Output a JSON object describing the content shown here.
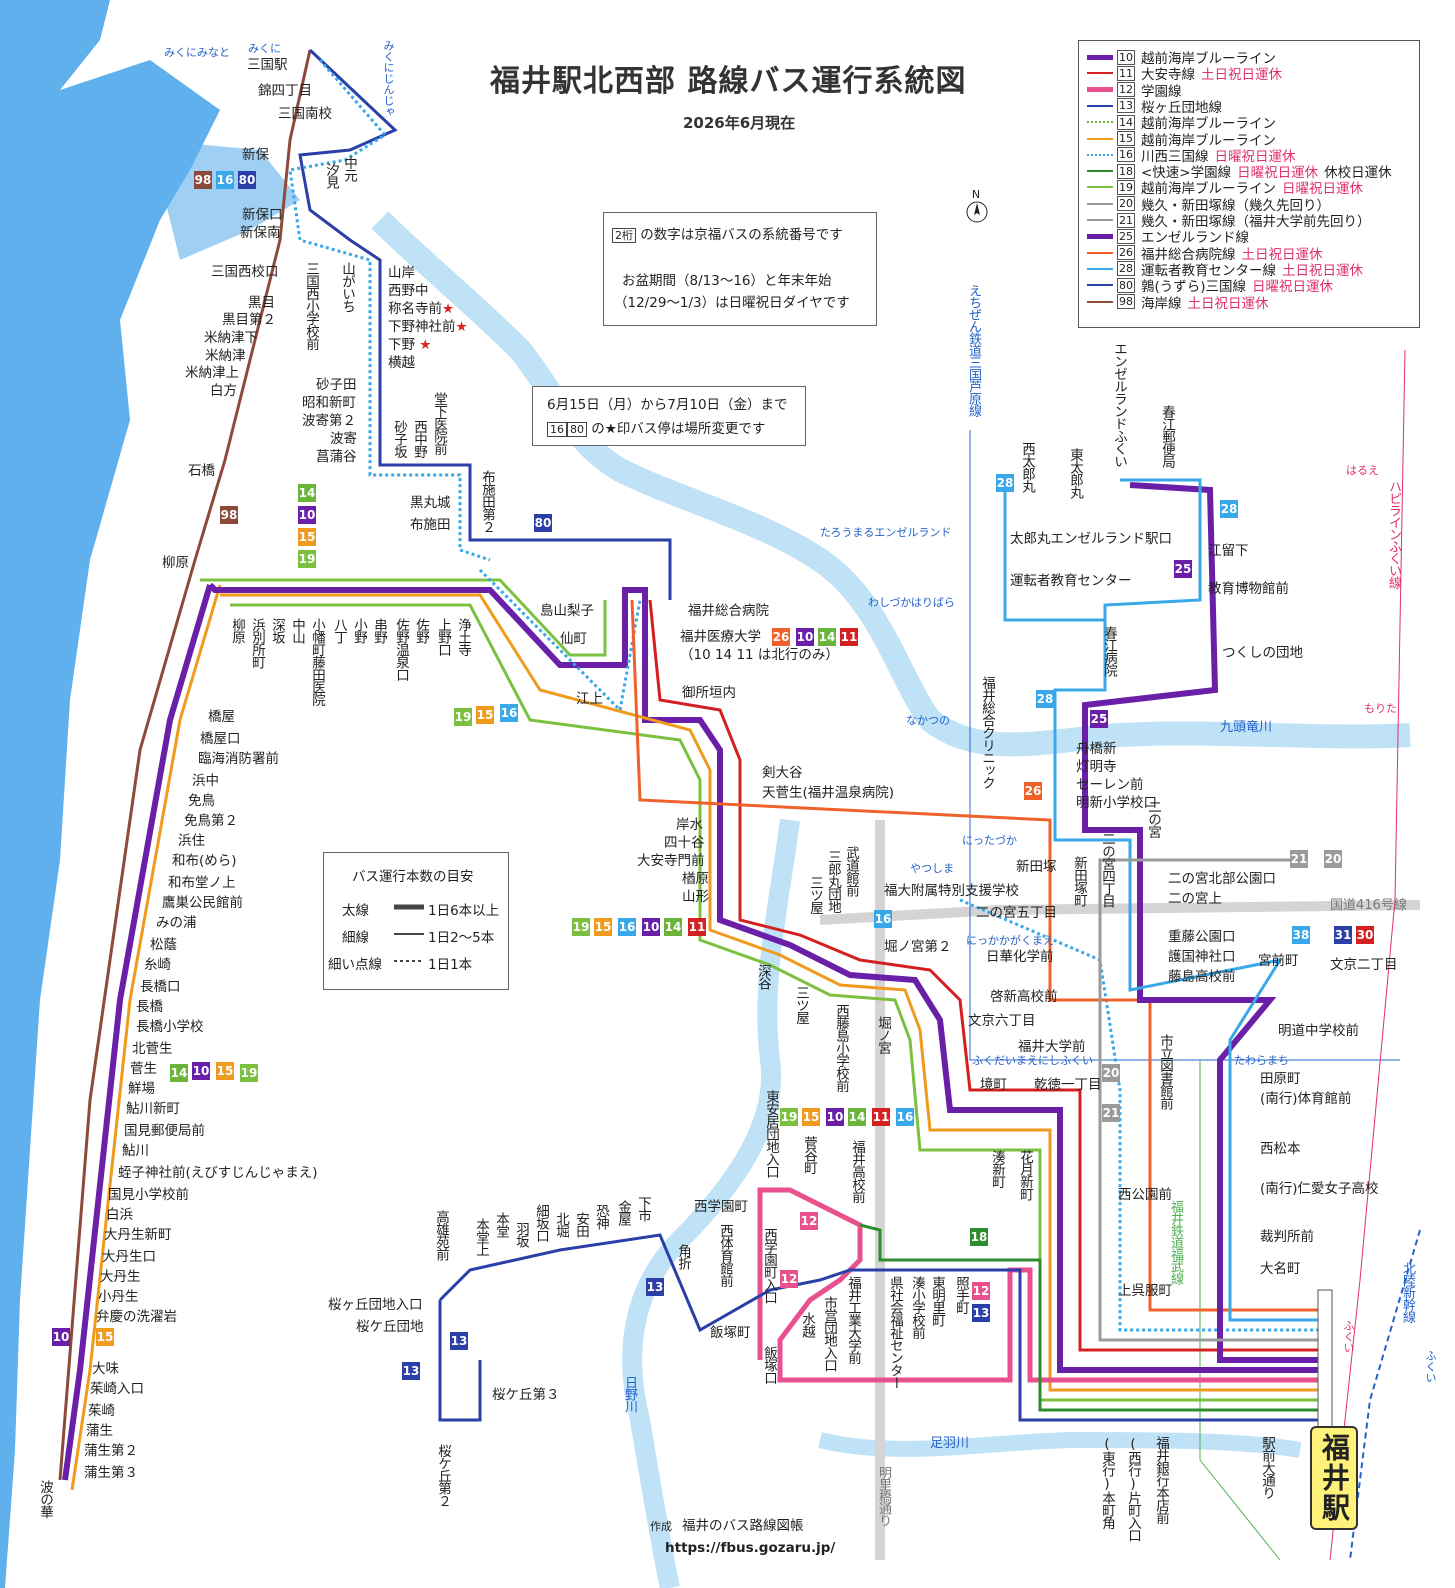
{
  "title": "福井駅北西部 路線バス運行系統図",
  "subtitle": "2026年6月現在",
  "compass": "N",
  "colors": {
    "r10": "#6a1fa8",
    "r11": "#d42020",
    "r12": "#e8508e",
    "r13": "#2a3fa8",
    "r14": "#6bb43a",
    "r15": "#f09a1e",
    "r16": "#38a8e8",
    "r18": "#2e8b2e",
    "r19": "#7cc040",
    "r20": "#9a9a9a",
    "r21": "#9a9a9a",
    "r25": "#6a1fa8",
    "r26": "#f0602a",
    "r28": "#38a8e8",
    "r80": "#2a3fa8",
    "r98": "#8b4a3a",
    "sea": "#5fb0ec",
    "river": "#bfe2f7",
    "road": "#cccccc"
  },
  "legend": [
    {
      "num": "10",
      "name": "越前海岸ブルーライン",
      "note": "",
      "color": "#6a1fa8",
      "style": "thick"
    },
    {
      "num": "11",
      "name": "大安寺線",
      "note": "土日祝日運休",
      "color": "#d42020",
      "style": "thin"
    },
    {
      "num": "12",
      "name": "学園線",
      "note": "",
      "color": "#e8508e",
      "style": "thick"
    },
    {
      "num": "13",
      "name": "桜ヶ丘団地線",
      "note": "",
      "color": "#2a3fa8",
      "style": "thin"
    },
    {
      "num": "14",
      "name": "越前海岸ブルーライン",
      "note": "",
      "color": "#6bb43a",
      "style": "dotted"
    },
    {
      "num": "15",
      "name": "越前海岸ブルーライン",
      "note": "",
      "color": "#f09a1e",
      "style": "thin"
    },
    {
      "num": "16",
      "name": "川西三国線",
      "note": "日曜祝日運休",
      "color": "#38a8e8",
      "style": "dotted"
    },
    {
      "num": "18",
      "name": "<快速>学園線",
      "note": "日曜祝日運休",
      "note2": "休校日運休",
      "color": "#2e8b2e",
      "style": "thin"
    },
    {
      "num": "19",
      "name": "越前海岸ブルーライン",
      "note": "日曜祝日運休",
      "color": "#7cc040",
      "style": "thin"
    },
    {
      "num": "20",
      "name": "幾久・新田塚線（幾久先回り）",
      "note": "",
      "color": "#9a9a9a",
      "style": "thin"
    },
    {
      "num": "21",
      "name": "幾久・新田塚線（福井大学前先回り）",
      "note": "",
      "color": "#9a9a9a",
      "style": "thin"
    },
    {
      "num": "25",
      "name": "エンゼルランド線",
      "note": "",
      "color": "#6a1fa8",
      "style": "thick"
    },
    {
      "num": "26",
      "name": "福井総合病院線",
      "note": "土日祝日運休",
      "color": "#f0602a",
      "style": "thin"
    },
    {
      "num": "28",
      "name": "運転者教育センター線",
      "note": "土日祝日運休",
      "color": "#38a8e8",
      "style": "thin"
    },
    {
      "num": "80",
      "name": "鶉(うずら)三国線",
      "note": "日曜祝日運休",
      "color": "#2a3fa8",
      "style": "thin"
    },
    {
      "num": "98",
      "name": "海岸線",
      "note": "土日祝日運休",
      "color": "#8b4a3a",
      "style": "thin"
    }
  ],
  "note_box": {
    "badge": "2桁",
    "line1": "の数字は京福バスの系統番号です",
    "line2": "お盆期間（8/13〜16）と年末年始",
    "line3": "（12/29〜1/3）は日曜祝日ダイヤです"
  },
  "change_note": {
    "line1": "6月15日（月）から7月10日（金）まで",
    "badge_a": "16",
    "badge_b": "80",
    "line2": "の★印バス停は場所変更です"
  },
  "freq_box": {
    "title": "バス運行本数の目安",
    "rows": [
      {
        "label": "太線",
        "desc": "1日6本以上"
      },
      {
        "label": "細線",
        "desc": "1日2〜5本"
      },
      {
        "label": "細い点線",
        "desc": "1日1本"
      }
    ]
  },
  "credit": {
    "label": "作成",
    "name": "福井のバス路線図帳",
    "url": "https://fbus.gozaru.jp/"
  },
  "station": "福井駅",
  "stops_h": [
    {
      "t": "三国駅"
    },
    {
      "t": "錦四丁目"
    },
    {
      "t": "三国南校"
    },
    {
      "t": "新保"
    },
    {
      "t": "新保口"
    },
    {
      "t": "新保南"
    },
    {
      "t": "三国西校口"
    },
    {
      "t": "黒目"
    },
    {
      "t": "黒目第２"
    },
    {
      "t": "米納津下"
    },
    {
      "t": "米納津"
    },
    {
      "t": "米納津上"
    },
    {
      "t": "白方"
    },
    {
      "t": "石橋"
    },
    {
      "t": "柳原"
    },
    {
      "t": "山岸"
    },
    {
      "t": "西野中"
    },
    {
      "t": "称名寺前"
    },
    {
      "t": "下野神社前"
    },
    {
      "t": "下野"
    },
    {
      "t": "横越"
    },
    {
      "t": "砂子田"
    },
    {
      "t": "昭和新町"
    },
    {
      "t": "波寄第２"
    },
    {
      "t": "波寄"
    },
    {
      "t": "菖蒲谷"
    },
    {
      "t": "黒丸城"
    },
    {
      "t": "布施田"
    },
    {
      "t": "島山梨子"
    },
    {
      "t": "仙町"
    },
    {
      "t": "江上"
    },
    {
      "t": "福井総合病院"
    },
    {
      "t": "福井医療大学"
    },
    {
      "t": "（10 14 11 は北行のみ）"
    },
    {
      "t": "御所垣内"
    },
    {
      "t": "剣大谷"
    },
    {
      "t": "天菅生(福井温泉病院)"
    },
    {
      "t": "岸水"
    },
    {
      "t": "四十谷"
    },
    {
      "t": "大安寺門前"
    },
    {
      "t": "楢原"
    },
    {
      "t": "山形"
    },
    {
      "t": "橋屋"
    },
    {
      "t": "橋屋口"
    },
    {
      "t": "臨海消防署前"
    },
    {
      "t": "浜中"
    },
    {
      "t": "免鳥"
    },
    {
      "t": "免鳥第２"
    },
    {
      "t": "浜住"
    },
    {
      "t": "和布(めら)"
    },
    {
      "t": "和布堂ノ上"
    },
    {
      "t": "鷹巣公民館前"
    },
    {
      "t": "みの浦"
    },
    {
      "t": "松蔭"
    },
    {
      "t": "糸崎"
    },
    {
      "t": "長橋口"
    },
    {
      "t": "長橋"
    },
    {
      "t": "長橋小学校"
    },
    {
      "t": "北菅生"
    },
    {
      "t": "菅生"
    },
    {
      "t": "鮮場"
    },
    {
      "t": "鮎川新町"
    },
    {
      "t": "国見郵便局前"
    },
    {
      "t": "鮎川"
    },
    {
      "t": "蛭子神社前(えびすじんじゃまえ)"
    },
    {
      "t": "国見小学校前"
    },
    {
      "t": "白浜"
    },
    {
      "t": "大丹生新町"
    },
    {
      "t": "大丹生口"
    },
    {
      "t": "大丹生"
    },
    {
      "t": "小丹生"
    },
    {
      "t": "弁慶の洗濯岩"
    },
    {
      "t": "大味"
    },
    {
      "t": "茱崎入口"
    },
    {
      "t": "茱崎"
    },
    {
      "t": "蒲生"
    },
    {
      "t": "蒲生第２"
    },
    {
      "t": "蒲生第３"
    },
    {
      "t": "太郎丸エンゼルランド駅口"
    },
    {
      "t": "運転者教育センター"
    },
    {
      "t": "江留下"
    },
    {
      "t": "教育博物館前"
    },
    {
      "t": "つくしの団地"
    },
    {
      "t": "舟橋新"
    },
    {
      "t": "灯明寺"
    },
    {
      "t": "セーレン前"
    },
    {
      "t": "明新小学校口"
    },
    {
      "t": "新田塚"
    },
    {
      "t": "二の宮北部公園口"
    },
    {
      "t": "二の宮上"
    },
    {
      "t": "福大附属特別支援学校"
    },
    {
      "t": "二の宮五丁目"
    },
    {
      "t": "堀ノ宮第２"
    },
    {
      "t": "日華化学前"
    },
    {
      "t": "重藤公園口"
    },
    {
      "t": "護国神社口"
    },
    {
      "t": "藤島高校前"
    },
    {
      "t": "宮前町"
    },
    {
      "t": "文京二丁目"
    },
    {
      "t": "啓新高校前"
    },
    {
      "t": "文京六丁目"
    },
    {
      "t": "明道中学校前"
    },
    {
      "t": "福井大学前"
    },
    {
      "t": "境町"
    },
    {
      "t": "乾徳一丁目"
    },
    {
      "t": "田原町"
    },
    {
      "t": "(南行)体育館前"
    },
    {
      "t": "西松本"
    },
    {
      "t": "西公園前"
    },
    {
      "t": "(南行)仁愛女子高校"
    },
    {
      "t": "裁判所前"
    },
    {
      "t": "大名町"
    },
    {
      "t": "上呉服町"
    },
    {
      "t": "西学園町"
    },
    {
      "t": "飯塚町"
    },
    {
      "t": "桜ヶ丘団地入口"
    },
    {
      "t": "桜ケ丘団地"
    },
    {
      "t": "桜ケ丘第３"
    }
  ],
  "stops_v": [
    {
      "t": "汐見"
    },
    {
      "t": "中元"
    },
    {
      "t": "山がいち"
    },
    {
      "t": "三国西小学校前"
    },
    {
      "t": "砂子坂"
    },
    {
      "t": "西中野"
    },
    {
      "t": "堂下医院前"
    },
    {
      "t": "布施田第２"
    },
    {
      "t": "柳原"
    },
    {
      "t": "浜別所町"
    },
    {
      "t": "深坂"
    },
    {
      "t": "中山"
    },
    {
      "t": "小幡町藤田医院"
    },
    {
      "t": "八丁"
    },
    {
      "t": "小野"
    },
    {
      "t": "串野"
    },
    {
      "t": "佐野温泉口"
    },
    {
      "t": "佐野"
    },
    {
      "t": "上野口"
    },
    {
      "t": "浄土寺"
    },
    {
      "t": "西太郎丸"
    },
    {
      "t": "東太郎丸"
    },
    {
      "t": "エンゼルランドふくい"
    },
    {
      "t": "春江郵便局"
    },
    {
      "t": "春江病院"
    },
    {
      "t": "福井総合クリニック"
    },
    {
      "t": "新田塚町"
    },
    {
      "t": "二の宮四丁目"
    },
    {
      "t": "二の宮"
    },
    {
      "t": "武道館前"
    },
    {
      "t": "三郎丸団地"
    },
    {
      "t": "三ツ屋"
    },
    {
      "t": "深谷"
    },
    {
      "t": "三ツ屋"
    },
    {
      "t": "西藤島小学校前"
    },
    {
      "t": "堀ノ宮"
    },
    {
      "t": "市立図書館前"
    },
    {
      "t": "湊新町"
    },
    {
      "t": "花月新町"
    },
    {
      "t": "東安居団地入口"
    },
    {
      "t": "菅谷町"
    },
    {
      "t": "福井高校前"
    },
    {
      "t": "西体育館前"
    },
    {
      "t": "西学園町入口"
    },
    {
      "t": "水越"
    },
    {
      "t": "飯塚口"
    },
    {
      "t": "市営団地入口"
    },
    {
      "t": "福井工業大学前"
    },
    {
      "t": "県社会福祉センター"
    },
    {
      "t": "湊小学校前"
    },
    {
      "t": "東明里町"
    },
    {
      "t": "照手町"
    },
    {
      "t": "(東行)本町角"
    },
    {
      "t": "(西行)片町入口"
    },
    {
      "t": "福井銀行本店前"
    },
    {
      "t": "駅前大通り"
    },
    {
      "t": "高雄苑前"
    },
    {
      "t": "本堂上"
    },
    {
      "t": "本堂"
    },
    {
      "t": "羽坂"
    },
    {
      "t": "細坂口"
    },
    {
      "t": "北堀"
    },
    {
      "t": "安田"
    },
    {
      "t": "恐神"
    },
    {
      "t": "金屋"
    },
    {
      "t": "下市"
    },
    {
      "t": "角折"
    },
    {
      "t": "桜ケ丘第２"
    },
    {
      "t": "波の華"
    }
  ],
  "geo": [
    {
      "t": "みくにみなと"
    },
    {
      "t": "みくに"
    },
    {
      "t": "みくにじんじゃ"
    },
    {
      "t": "たろうまるエンゼルランド"
    },
    {
      "t": "わしづかはりばら"
    },
    {
      "t": "なかつの"
    },
    {
      "t": "にったづか"
    },
    {
      "t": "やつしま"
    },
    {
      "t": "にっかかがくまえ"
    },
    {
      "t": "ふくだいまえにしふくい"
    },
    {
      "t": "たわらまち"
    },
    {
      "t": "はるえ"
    },
    {
      "t": "もりた"
    },
    {
      "t": "ふくい"
    },
    {
      "t": "ふくい"
    }
  ],
  "rail": {
    "echizen": "えちぜん鉄道三国芦原線",
    "fukui_tetsudo": "福井鉄道福武線",
    "hapiline": "ハピラインふくい線",
    "shinkansen": "北陸新幹線"
  },
  "rivers": {
    "kuzuryu": "九頭竜川",
    "hino": "日野川",
    "asuwa": "足羽川"
  },
  "roads": {
    "r416": "国道416号線",
    "meiri": "明里橋通り"
  },
  "route_markers": {
    "a98": "98",
    "a16": "16",
    "a80": "80",
    "m80": "80",
    "v14": "14",
    "v10": "10",
    "v15": "15",
    "v19": "19",
    "m19": "19",
    "m15": "15",
    "m16": "16",
    "c26": "26",
    "c10": "10",
    "c14": "14",
    "c11": "11",
    "d26": "26",
    "d28a": "28",
    "d28b": "28",
    "d25a": "25",
    "d25b": "25",
    "d28c": "28",
    "e21": "21",
    "e20": "20",
    "e38": "38",
    "e31": "31",
    "e30": "30",
    "f19": "19",
    "f15": "15",
    "f16": "16",
    "f10": "10",
    "f14": "14",
    "f11": "11",
    "g16": "16",
    "h20": "20",
    "h21": "21",
    "i19": "19",
    "i15": "15",
    "i10": "10",
    "i14": "14",
    "i11": "11",
    "i16": "16",
    "j14": "14",
    "j10": "10",
    "j15": "15",
    "j19": "19",
    "k10": "10",
    "k15": "15",
    "k98": "98",
    "l12": "12",
    "l12b": "12",
    "l18": "18",
    "l12c": "12",
    "l13": "13",
    "l13b": "13",
    "l13c": "13",
    "l13d": "13"
  }
}
